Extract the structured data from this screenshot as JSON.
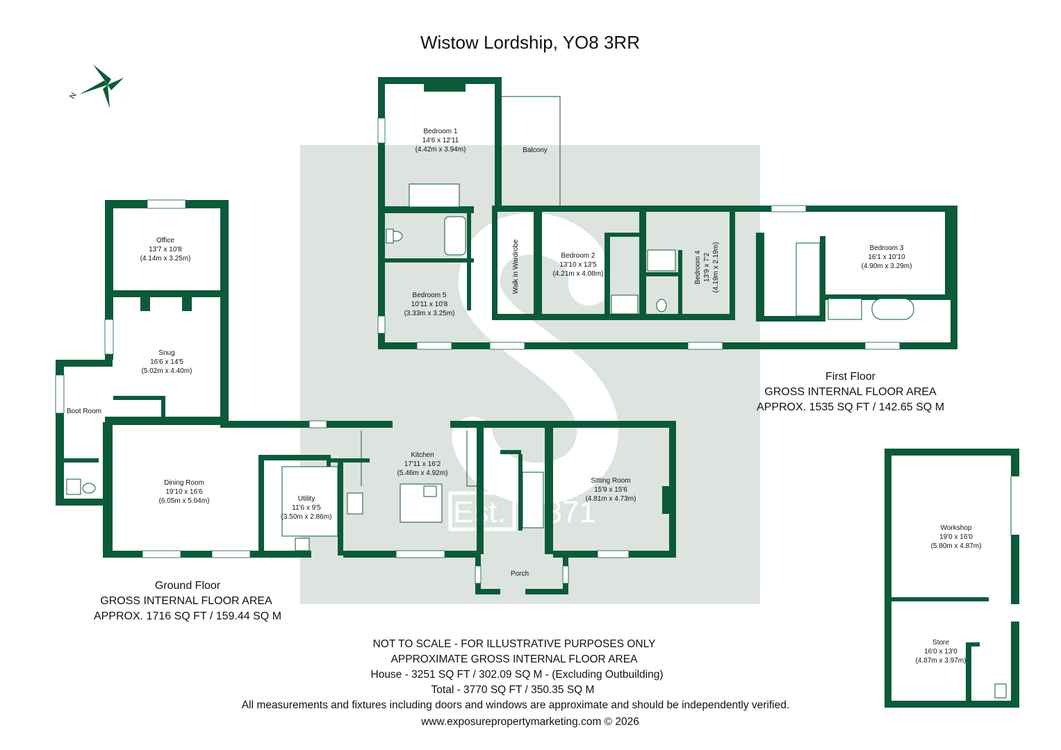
{
  "title": "Wistow Lordship, YO8 3RR",
  "rooms": {
    "bedroom1": {
      "name": "Bedroom 1",
      "imperial": "14'6 x 12'11",
      "metric": "(4.42m x 3.94m)"
    },
    "balcony": {
      "name": "Balcony"
    },
    "walk_in_wardrobe": {
      "name": "Walk in Wardrobe"
    },
    "bedroom2": {
      "name": "Bedroom 2",
      "imperial": "13'10 x 13'5",
      "metric": "(4.21m x 4.08m)"
    },
    "bedroom4": {
      "name": "Bedroom 4",
      "imperial": "13'9 x 7'2",
      "metric": "(4.19m x 2.19m)"
    },
    "bedroom3": {
      "name": "Bedroom 3",
      "imperial": "16'1 x 10'10",
      "metric": "(4.90m x 3.29m)"
    },
    "bedroom5": {
      "name": "Bedroom 5",
      "imperial": "10'11 x 10'8",
      "metric": "(3.33m x 3.25m)"
    },
    "office": {
      "name": "Office",
      "imperial": "13'7 x 10'8",
      "metric": "(4.14m x 3.25m)"
    },
    "snug": {
      "name": "Snug",
      "imperial": "16'6 x 14'5",
      "metric": "(5.02m x 4.40m)"
    },
    "boot_room": {
      "name": "Boot Room"
    },
    "dining_room": {
      "name": "Dining Room",
      "imperial": "19'10 x 16'6",
      "metric": "(6.05m x 5.04m)"
    },
    "utility": {
      "name": "Utility",
      "imperial": "11'6 x 9'5",
      "metric": "(3.50m x 2.86m)"
    },
    "kitchen": {
      "name": "Kitchen",
      "imperial": "17'11 x 16'2",
      "metric": "(5.46m x 4.92m)"
    },
    "sitting_room": {
      "name": "Sitting Room",
      "imperial": "15'9 x 15'6",
      "metric": "(4.81m x 4.73m)"
    },
    "porch": {
      "name": "Porch"
    },
    "workshop": {
      "name": "Workshop",
      "imperial": "19'0 x 16'0",
      "metric": "(5.80m x 4.87m)"
    },
    "store": {
      "name": "Store",
      "imperial": "16'0 x 13'0",
      "metric": "(4.87m x 3.97m)"
    }
  },
  "first_floor": {
    "label": "First Floor",
    "area_heading": "GROSS INTERNAL FLOOR AREA",
    "area": "APPROX. 1535 SQ FT / 142.65 SQ M"
  },
  "ground_floor": {
    "label": "Ground Floor",
    "area_heading": "GROSS INTERNAL FLOOR AREA",
    "area": "APPROX. 1716 SQ FT / 159.44 SQ M"
  },
  "footer": {
    "line1": "NOT TO SCALE - FOR ILLUSTRATIVE PURPOSES ONLY",
    "line2": "APPROXIMATE GROSS INTERNAL FLOOR AREA",
    "line3": "House - 3251 SQ FT / 302.09 SQ M - (Excluding Outbuilding)",
    "line4": "Total - 3770 SQ FT / 350.35 SQ M",
    "line5": "All measurements and fixtures including doors and windows are approximate and should be independently verified.",
    "line6": "www.exposurepropertymarketing.com © 2026"
  },
  "watermark": {
    "est": "Est.",
    "year": "1871"
  },
  "compass": {
    "letter": "N"
  },
  "colors": {
    "wall": "#0b5a3a",
    "watermark": "#dde3df",
    "background": "#ffffff"
  }
}
